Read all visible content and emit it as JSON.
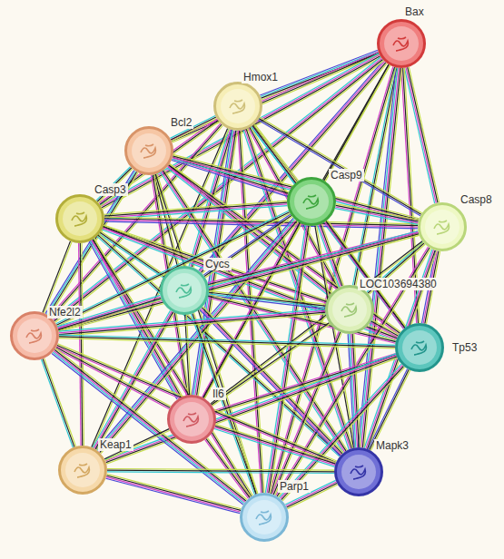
{
  "diagram": {
    "nodes": [
      {
        "text": [
          "Bax"
        ]
      },
      {
        "text": [
          "Hmox1"
        ]
      },
      {
        "text": [
          "Bcl2"
        ]
      },
      {
        "text": [
          "Casp3"
        ]
      },
      {
        "text": [
          "Casp9"
        ]
      },
      {
        "text": [
          "Casp8"
        ]
      },
      {
        "text": [
          "Cycs"
        ]
      },
      {
        "text": [
          "LOC103694380"
        ]
      },
      {
        "text": [
          "Tp53"
        ]
      },
      {
        "text": [
          "Nfe2l2"
        ]
      },
      {
        "text": [
          "Il6"
        ]
      },
      {
        "text": [
          "Keap1"
        ]
      },
      {
        "text": [
          "Mapk3"
        ]
      },
      {
        "text": [
          "Parp1"
        ]
      }
    ],
    "edges": [
      {
        "from": 0,
        "to": 1,
        "arrow": "none"
      },
      {
        "from": 0,
        "to": 2,
        "arrow": "none"
      },
      {
        "from": 0,
        "to": 3,
        "arrow": "none"
      },
      {
        "from": 0,
        "to": 4,
        "arrow": "none"
      },
      {
        "from": 0,
        "to": 5,
        "arrow": "none"
      },
      {
        "from": 0,
        "to": 6,
        "arrow": "none"
      },
      {
        "from": 0,
        "to": 7,
        "arrow": "none"
      },
      {
        "from": 0,
        "to": 8,
        "arrow": "none"
      },
      {
        "from": 0,
        "to": 9,
        "arrow": "none"
      },
      {
        "from": 0,
        "to": 10,
        "arrow": "none"
      },
      {
        "from": 0,
        "to": 12,
        "arrow": "none"
      },
      {
        "from": 0,
        "to": 13,
        "arrow": "none"
      },
      {
        "from": 1,
        "to": 2,
        "arrow": "none"
      },
      {
        "from": 1,
        "to": 3,
        "arrow": "none"
      },
      {
        "from": 1,
        "to": 4,
        "arrow": "none"
      },
      {
        "from": 1,
        "to": 5,
        "arrow": "none"
      },
      {
        "from": 1,
        "to": 6,
        "arrow": "none"
      },
      {
        "from": 1,
        "to": 7,
        "arrow": "none"
      },
      {
        "from": 1,
        "to": 8,
        "arrow": "none"
      },
      {
        "from": 1,
        "to": 9,
        "arrow": "none"
      },
      {
        "from": 1,
        "to": 10,
        "arrow": "none"
      },
      {
        "from": 1,
        "to": 11,
        "arrow": "none"
      },
      {
        "from": 1,
        "to": 12,
        "arrow": "none"
      },
      {
        "from": 1,
        "to": 13,
        "arrow": "none"
      },
      {
        "from": 2,
        "to": 3,
        "arrow": "none"
      },
      {
        "from": 2,
        "to": 4,
        "arrow": "none"
      },
      {
        "from": 2,
        "to": 5,
        "arrow": "none"
      },
      {
        "from": 2,
        "to": 6,
        "arrow": "none"
      },
      {
        "from": 2,
        "to": 7,
        "arrow": "none"
      },
      {
        "from": 2,
        "to": 8,
        "arrow": "none"
      },
      {
        "from": 2,
        "to": 9,
        "arrow": "none"
      },
      {
        "from": 2,
        "to": 10,
        "arrow": "none"
      },
      {
        "from": 2,
        "to": 12,
        "arrow": "none"
      },
      {
        "from": 2,
        "to": 13,
        "arrow": "none"
      },
      {
        "from": 3,
        "to": 4,
        "arrow": "none"
      },
      {
        "from": 3,
        "to": 5,
        "arrow": "none"
      },
      {
        "from": 3,
        "to": 6,
        "arrow": "none"
      },
      {
        "from": 3,
        "to": 7,
        "arrow": "none"
      },
      {
        "from": 3,
        "to": 8,
        "arrow": "none"
      },
      {
        "from": 3,
        "to": 9,
        "arrow": "none"
      },
      {
        "from": 3,
        "to": 10,
        "arrow": "none"
      },
      {
        "from": 3,
        "to": 11,
        "arrow": "none"
      },
      {
        "from": 3,
        "to": 12,
        "arrow": "none"
      },
      {
        "from": 3,
        "to": 13,
        "arrow": "none"
      },
      {
        "from": 4,
        "to": 5,
        "arrow": "none"
      },
      {
        "from": 4,
        "to": 6,
        "arrow": "none"
      },
      {
        "from": 4,
        "to": 7,
        "arrow": "none"
      },
      {
        "from": 4,
        "to": 8,
        "arrow": "none"
      },
      {
        "from": 4,
        "to": 9,
        "arrow": "none"
      },
      {
        "from": 4,
        "to": 10,
        "arrow": "none"
      },
      {
        "from": 4,
        "to": 11,
        "arrow": "none"
      },
      {
        "from": 4,
        "to": 12,
        "arrow": "none"
      },
      {
        "from": 4,
        "to": 13,
        "arrow": "none"
      },
      {
        "from": 5,
        "to": 6,
        "arrow": "none"
      },
      {
        "from": 5,
        "to": 7,
        "arrow": "none"
      },
      {
        "from": 5,
        "to": 8,
        "arrow": "none"
      },
      {
        "from": 5,
        "to": 9,
        "arrow": "none"
      },
      {
        "from": 5,
        "to": 10,
        "arrow": "none"
      },
      {
        "from": 5,
        "to": 12,
        "arrow": "none"
      },
      {
        "from": 5,
        "to": 13,
        "arrow": "none"
      },
      {
        "from": 6,
        "to": 7,
        "arrow": "none"
      },
      {
        "from": 6,
        "to": 8,
        "arrow": "none"
      },
      {
        "from": 6,
        "to": 9,
        "arrow": "none"
      },
      {
        "from": 6,
        "to": 10,
        "arrow": "none"
      },
      {
        "from": 6,
        "to": 11,
        "arrow": "none"
      },
      {
        "from": 6,
        "to": 12,
        "arrow": "none"
      },
      {
        "from": 6,
        "to": 13,
        "arrow": "none"
      },
      {
        "from": 7,
        "to": 8,
        "arrow": "none"
      },
      {
        "from": 7,
        "to": 9,
        "arrow": "none"
      },
      {
        "from": 7,
        "to": 10,
        "arrow": "none"
      },
      {
        "from": 7,
        "to": 12,
        "arrow": "none"
      },
      {
        "from": 7,
        "to": 13,
        "arrow": "none"
      },
      {
        "from": 8,
        "to": 9,
        "arrow": "none"
      },
      {
        "from": 8,
        "to": 10,
        "arrow": "none"
      },
      {
        "from": 8,
        "to": 11,
        "arrow": "none"
      },
      {
        "from": 8,
        "to": 12,
        "arrow": "none"
      },
      {
        "from": 8,
        "to": 13,
        "arrow": "none"
      },
      {
        "from": 9,
        "to": 10,
        "arrow": "none"
      },
      {
        "from": 9,
        "to": 11,
        "arrow": "none"
      },
      {
        "from": 9,
        "to": 12,
        "arrow": "none"
      },
      {
        "from": 9,
        "to": 13,
        "arrow": "none"
      },
      {
        "from": 10,
        "to": 11,
        "arrow": "none"
      },
      {
        "from": 10,
        "to": 12,
        "arrow": "none"
      },
      {
        "from": 10,
        "to": 13,
        "arrow": "none"
      },
      {
        "from": 11,
        "to": 12,
        "arrow": "none"
      },
      {
        "from": 11,
        "to": 13,
        "arrow": "none"
      },
      {
        "from": 12,
        "to": 13,
        "arrow": "none"
      }
    ]
  }
}
